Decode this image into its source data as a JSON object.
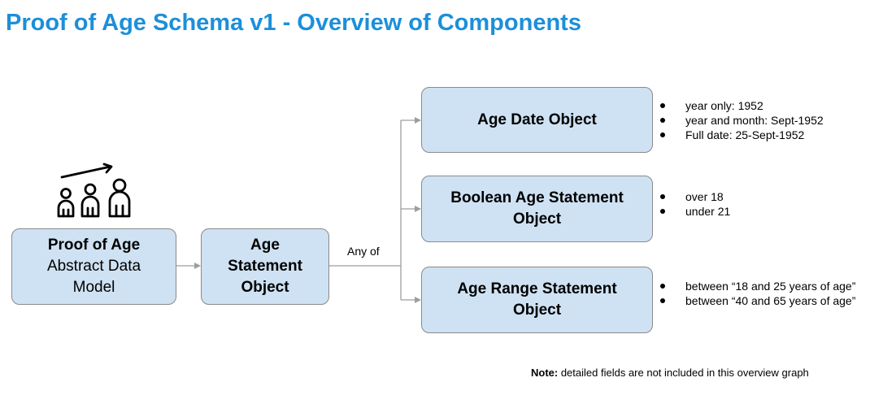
{
  "title": "Proof of Age Schema v1 - Overview of Components",
  "icons": {
    "people": "people-growth-icon"
  },
  "colors": {
    "title": "#1c8fd9",
    "box_fill": "#cfe2f3",
    "box_border": "#8a8a8a",
    "connector": "#9e9e9e"
  },
  "boxes": {
    "proof_of_age": {
      "line1": "Proof of Age",
      "line2": "Abstract Data",
      "line3": "Model"
    },
    "age_statement": {
      "line1": "Age",
      "line2": "Statement",
      "line3": "Object"
    },
    "age_date": {
      "line1": "Age Date Object"
    },
    "boolean_age": {
      "line1": "Boolean Age Statement",
      "line2": "Object"
    },
    "age_range": {
      "line1": "Age Range Statement",
      "line2": "Object"
    }
  },
  "connector_label": "Any of",
  "bullets": {
    "age_date": [
      "year only: 1952",
      "year and month: Sept-1952",
      "Full date: 25-Sept-1952"
    ],
    "boolean_age": [
      "over 18",
      "under 21"
    ],
    "age_range": [
      "between “18 and 25 years of age”",
      "between “40 and 65 years of age”"
    ]
  },
  "note": {
    "label": "Note:",
    "text": " detailed fields are not included in this overview graph"
  }
}
